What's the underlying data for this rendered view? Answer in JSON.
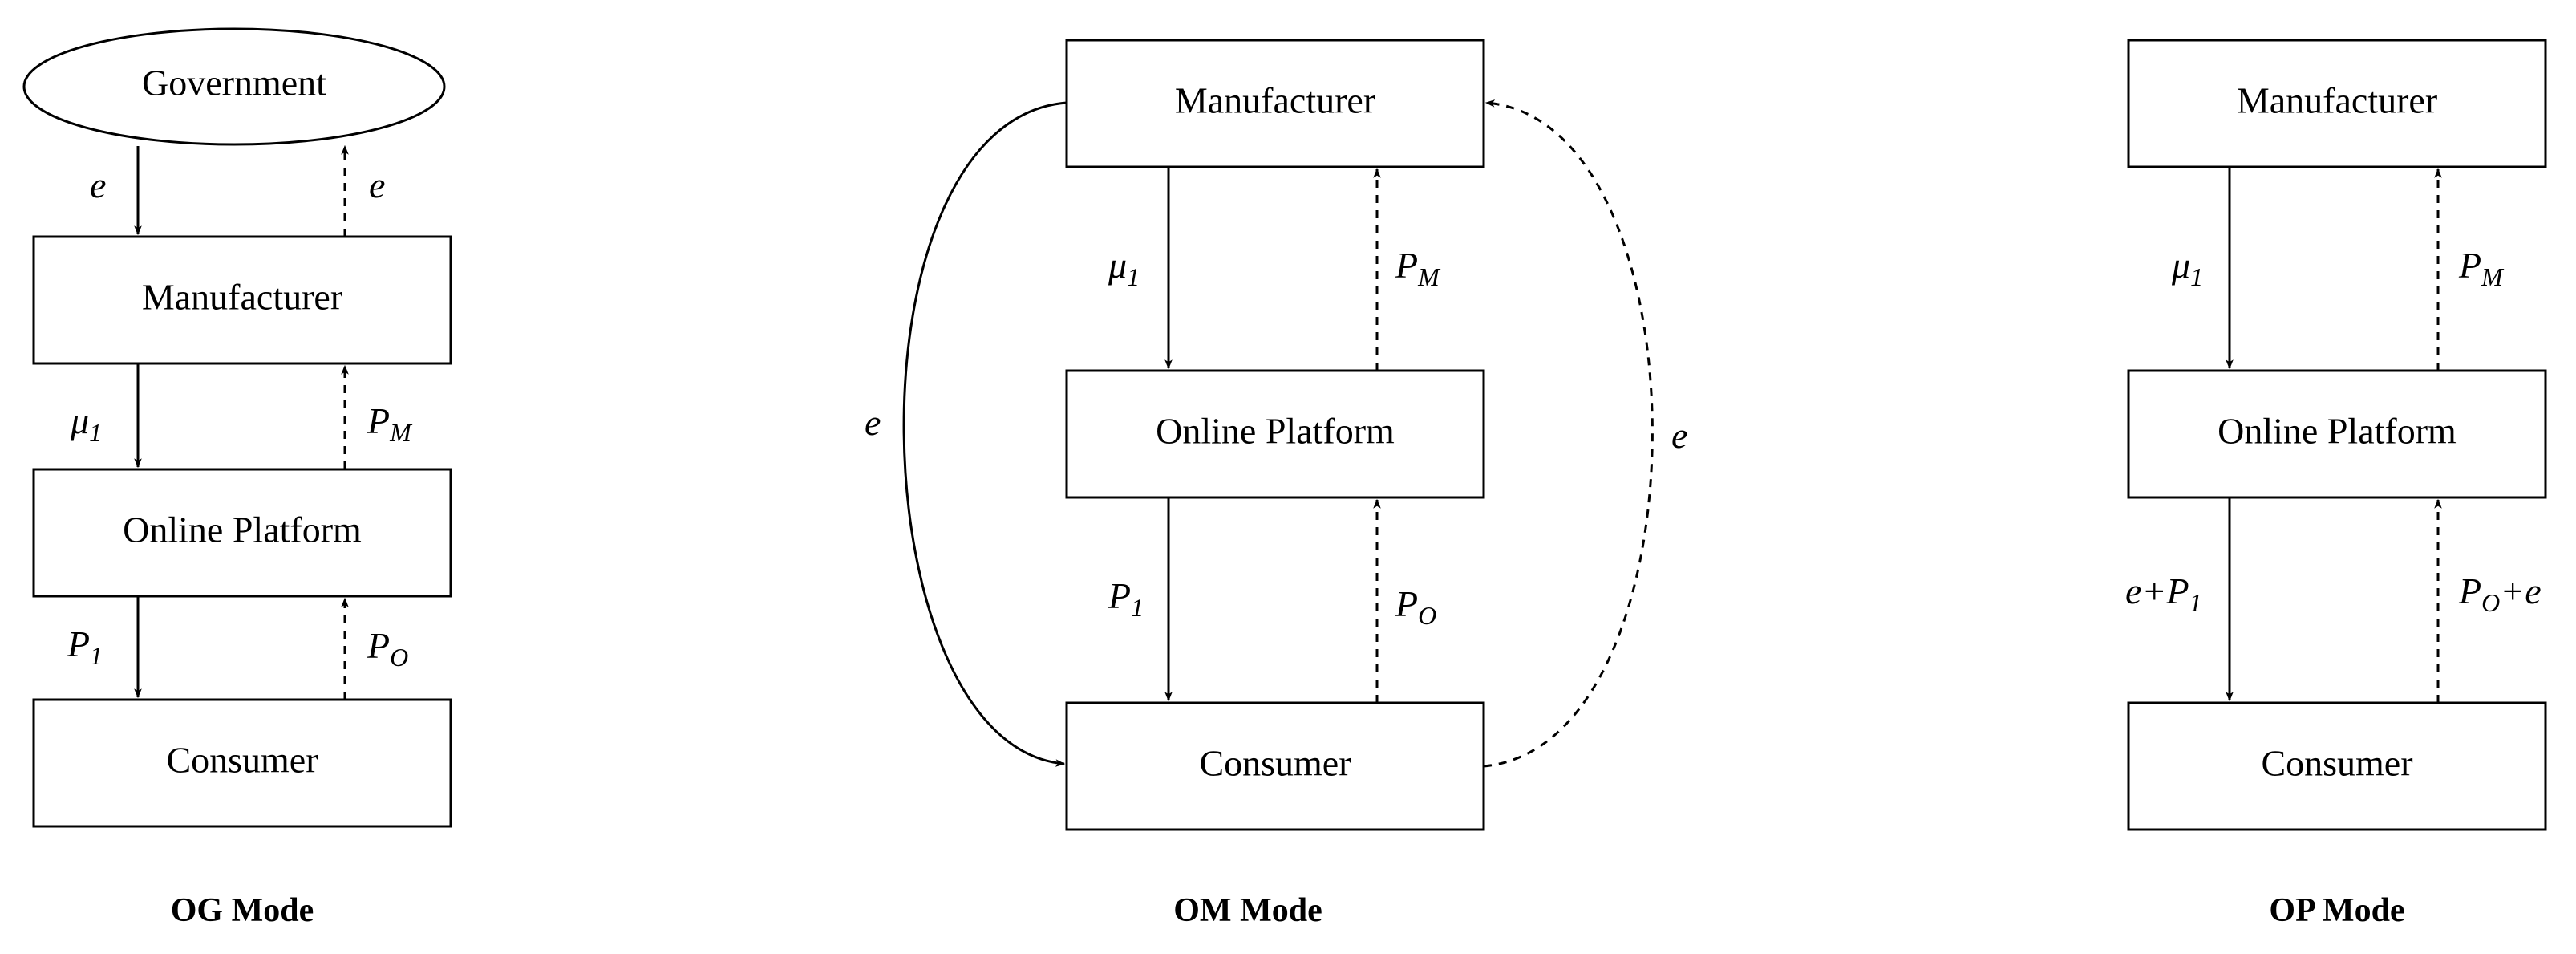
{
  "og": {
    "title": "OG Mode",
    "government": "Government",
    "manufacturer": "Manufacturer",
    "platform": "Online Platform",
    "consumer": "Consumer",
    "gov_down": "e",
    "gov_up": "e",
    "mu": "μ",
    "mu_sub": "1",
    "pm": "P",
    "pm_sub": "M",
    "p1": "P",
    "p1_sub": "1",
    "po": "P",
    "po_sub": "O"
  },
  "om": {
    "title": "OM Mode",
    "manufacturer": "Manufacturer",
    "platform": "Online Platform",
    "consumer": "Consumer",
    "mu": "μ",
    "mu_sub": "1",
    "pm": "P",
    "pm_sub": "M",
    "p1": "P",
    "p1_sub": "1",
    "po": "P",
    "po_sub": "O",
    "e_left": "e",
    "e_right": "e"
  },
  "op": {
    "title": "OP Mode",
    "manufacturer": "Manufacturer",
    "platform": "Online Platform",
    "consumer": "Consumer",
    "mu": "μ",
    "mu_sub": "1",
    "pm": "P",
    "pm_sub": "M",
    "down_prefix": "e+P",
    "down_sub": "1",
    "up_p": "P",
    "up_sub": "O",
    "up_suffix": "+e"
  }
}
